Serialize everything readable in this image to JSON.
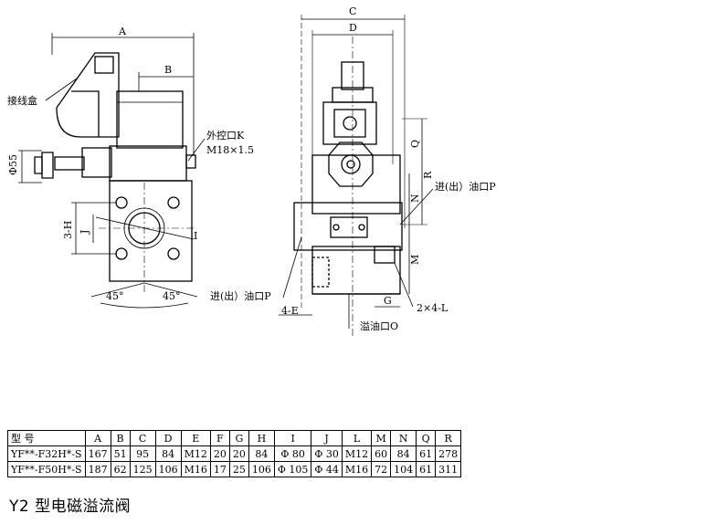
{
  "left_view": {
    "dims": {
      "A": "A",
      "B": "B",
      "phi55": "Φ55",
      "three_h": "3-H",
      "j": "J",
      "i": "I",
      "angle_left": "45°",
      "angle_right": "45°"
    },
    "labels": {
      "junction_box": "接线盒",
      "ext_control_port": "外控口K",
      "thread": "M18×1.5"
    }
  },
  "right_view": {
    "dims": {
      "C": "C",
      "D": "D",
      "Q": "Q",
      "R": "R",
      "N": "N",
      "M": "M",
      "G": "G",
      "four_e": "4-E"
    },
    "labels": {
      "inlet_right": "进(出）油口P",
      "inlet_left": "进(出）油口P",
      "bolt_holes": "2×4-L",
      "overflow_port": "溢油口O"
    }
  },
  "table": {
    "headers": [
      "型 号",
      "A",
      "B",
      "C",
      "D",
      "E",
      "F",
      "G",
      "H",
      "I",
      "J",
      "L",
      "M",
      "N",
      "Q",
      "R"
    ],
    "rows": [
      [
        "YF**-F32H*-S",
        "167",
        "51",
        "95",
        "84",
        "M12",
        "20",
        "20",
        "84",
        "Φ 80",
        "Φ 30",
        "M12",
        "60",
        "84",
        "61",
        "278"
      ],
      [
        "YF**-F50H*-S",
        "187",
        "62",
        "125",
        "106",
        "M16",
        "17",
        "25",
        "106",
        "Φ 105",
        "Φ 44",
        "M16",
        "72",
        "104",
        "61",
        "311"
      ]
    ]
  },
  "caption": "Y2 型电磁溢流阀"
}
